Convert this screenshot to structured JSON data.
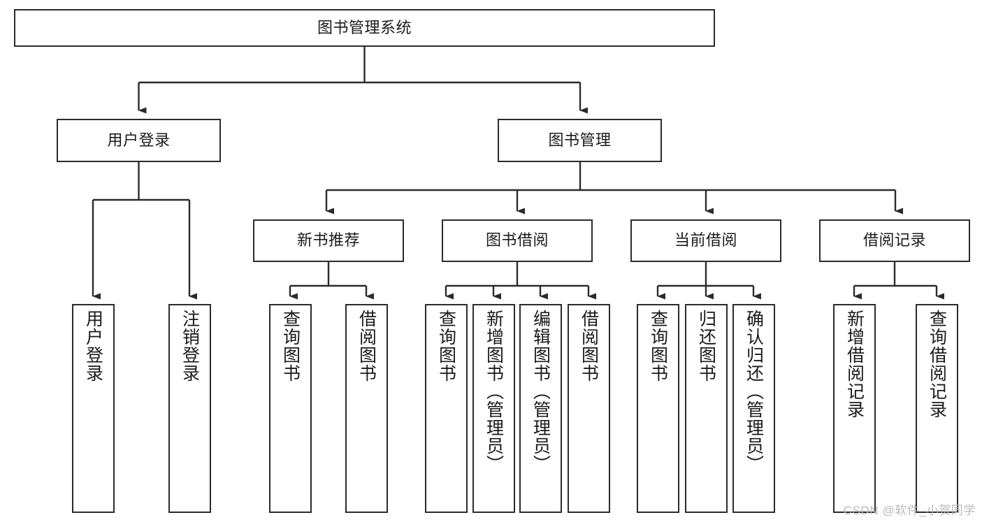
{
  "diagram": {
    "title": "图书管理系统",
    "type": "tree-hierarchy",
    "levels": 4,
    "nodes": {
      "root": {
        "label": "图书管理系统",
        "orientation": "horizontal"
      },
      "l2": [
        {
          "id": "user-login",
          "label": "用户登录",
          "orientation": "horizontal"
        },
        {
          "id": "book-manage",
          "label": "图书管理",
          "orientation": "horizontal"
        }
      ],
      "l3": [
        {
          "id": "new-book-recommend",
          "label": "新书推荐",
          "orientation": "horizontal"
        },
        {
          "id": "book-borrow",
          "label": "图书借阅",
          "orientation": "horizontal"
        },
        {
          "id": "current-borrow",
          "label": "当前借阅",
          "orientation": "horizontal"
        },
        {
          "id": "borrow-record",
          "label": "借阅记录",
          "orientation": "horizontal"
        }
      ],
      "leaves": [
        {
          "id": "leaf-user-login",
          "label": "用户登录",
          "parent": "user-login"
        },
        {
          "id": "leaf-logout-login",
          "label": "注销登录",
          "parent": "user-login"
        },
        {
          "id": "leaf-query-book-1",
          "label": "查询图书",
          "parent": "new-book-recommend"
        },
        {
          "id": "leaf-borrow-book-1",
          "label": "借阅图书",
          "parent": "new-book-recommend"
        },
        {
          "id": "leaf-query-book-2",
          "label": "查询图书",
          "parent": "book-borrow"
        },
        {
          "id": "leaf-add-book",
          "label": "新增图书（管理员）",
          "parent": "book-borrow"
        },
        {
          "id": "leaf-edit-book",
          "label": "编辑图书（管理员）",
          "parent": "book-borrow"
        },
        {
          "id": "leaf-borrow-book-2",
          "label": "借阅图书",
          "parent": "book-borrow"
        },
        {
          "id": "leaf-query-book-3",
          "label": "查询图书",
          "parent": "current-borrow"
        },
        {
          "id": "leaf-return-book",
          "label": "归还图书",
          "parent": "current-borrow"
        },
        {
          "id": "leaf-confirm-return",
          "label": "确认归还（管理员）",
          "parent": "current-borrow"
        },
        {
          "id": "leaf-add-record",
          "label": "新增借阅记录",
          "parent": "borrow-record"
        },
        {
          "id": "leaf-query-record",
          "label": "查询借阅记录",
          "parent": "borrow-record"
        }
      ]
    }
  },
  "watermark": {
    "text": "CSDN @软件_小贺同学"
  },
  "colors": {
    "stroke": "#2b2b2b",
    "fill": "#ffffff",
    "text": "#1a1a1a",
    "watermark": "#b9b9b9"
  }
}
